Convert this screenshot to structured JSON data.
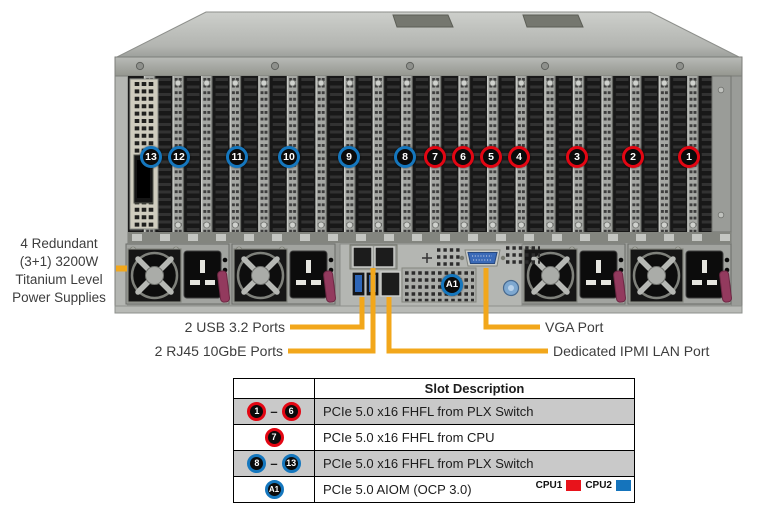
{
  "server": {
    "psu_label_lines": [
      "4 Redundant",
      "(3+1) 3200W",
      "Titanium Level",
      "Power Supplies"
    ],
    "slot_badges": [
      {
        "label": "13",
        "cpu": "blue"
      },
      {
        "label": "12",
        "cpu": "blue"
      },
      {
        "label": "11",
        "cpu": "blue"
      },
      {
        "label": "10",
        "cpu": "blue"
      },
      {
        "label": "9",
        "cpu": "blue"
      },
      {
        "label": "8",
        "cpu": "blue"
      },
      {
        "label": "7",
        "cpu": "red"
      },
      {
        "label": "6",
        "cpu": "red"
      },
      {
        "label": "5",
        "cpu": "red"
      },
      {
        "label": "4",
        "cpu": "red"
      },
      {
        "label": "3",
        "cpu": "red"
      },
      {
        "label": "2",
        "cpu": "red"
      },
      {
        "label": "1",
        "cpu": "red"
      }
    ],
    "aiom_badge": {
      "label": "A1",
      "cpu": "blue"
    }
  },
  "callouts": {
    "usb": "2 USB 3.2 Ports",
    "rj45": "2 RJ45 10GbE Ports",
    "vga": "VGA Port",
    "ipmi": "Dedicated IPMI LAN Port"
  },
  "table": {
    "header": "Slot Description",
    "range_dash": "–",
    "rows": [
      {
        "badge_start": "1",
        "badge_end": "6",
        "color": "red",
        "desc": "PCIe 5.0 x16 FHFL from PLX Switch",
        "shaded": true
      },
      {
        "badge_start": "7",
        "badge_end": "",
        "color": "red",
        "desc": "PCIe 5.0 x16 FHFL from CPU",
        "shaded": false
      },
      {
        "badge_start": "8",
        "badge_end": "13",
        "color": "blue",
        "desc": "PCIe 5.0 x16 FHFL from PLX Switch",
        "shaded": true
      },
      {
        "badge_start": "A1",
        "badge_end": "",
        "color": "blue",
        "desc": "PCIe 5.0 AIOM (OCP 3.0)",
        "shaded": false
      }
    ],
    "legend": {
      "cpu1": {
        "label": "CPU1",
        "color": "#e8131b"
      },
      "cpu2": {
        "label": "CPU2",
        "color": "#1574bc"
      }
    }
  },
  "colors": {
    "callout_line": "#f2a71b",
    "badge_red": "#e30613",
    "badge_blue": "#1577be",
    "shaded_row": "#c9c9c9"
  }
}
